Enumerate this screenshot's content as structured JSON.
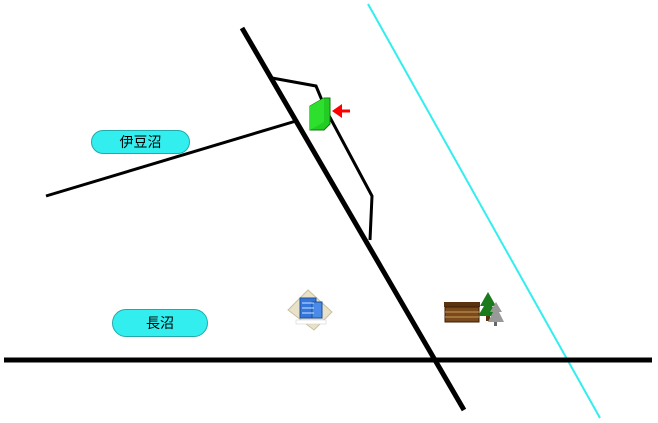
{
  "map": {
    "places": [
      {
        "id": "izunuma",
        "label": "伊豆沼"
      },
      {
        "id": "naganuma",
        "label": "長沼"
      }
    ],
    "markers": [
      {
        "id": "station",
        "icon": "green-station-icon",
        "color": "#22cc22"
      },
      {
        "id": "pointer",
        "icon": "red-arrow-icon",
        "color": "#ff0000"
      },
      {
        "id": "building",
        "icon": "office-building-icon",
        "color": "#3377dd"
      },
      {
        "id": "facility",
        "icon": "log-cabin-icon",
        "color": "#7a4a1a"
      },
      {
        "id": "trees",
        "icon": "pine-trees-icon",
        "color": "#1b7a1b"
      }
    ],
    "colors": {
      "road": "#000000",
      "river": "#33eeee",
      "label_bg": "#33eeee",
      "background": "#ffffff"
    }
  }
}
